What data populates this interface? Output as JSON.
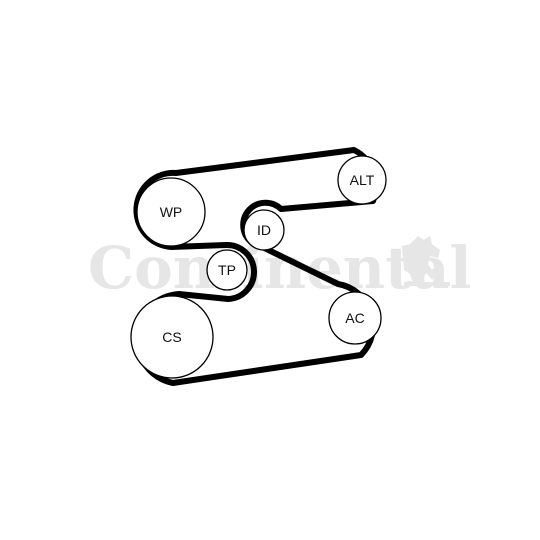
{
  "watermark": {
    "brand": "Continental",
    "color": "#e6e6e6",
    "horse_icon": "rearing-horse-icon"
  },
  "belt": {
    "color": "#000000",
    "pulley_fill": "#ffffff"
  },
  "pulleys": {
    "alt": "ALT",
    "wp": "WP",
    "id": "ID",
    "tp": "TP",
    "cs": "CS",
    "ac": "AC"
  }
}
